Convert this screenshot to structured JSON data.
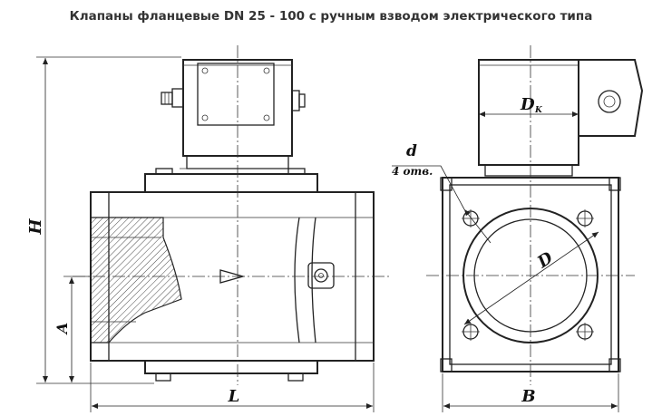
{
  "title": "Клапаны фланцевые DN 25 - 100 с ручным взводом электрического типа",
  "labels": {
    "H": "H",
    "A": "A",
    "L": "L",
    "B": "B",
    "Dk": "D",
    "Dk_sub": "K",
    "D": "D",
    "d": "d",
    "holes": "4 отв."
  }
}
